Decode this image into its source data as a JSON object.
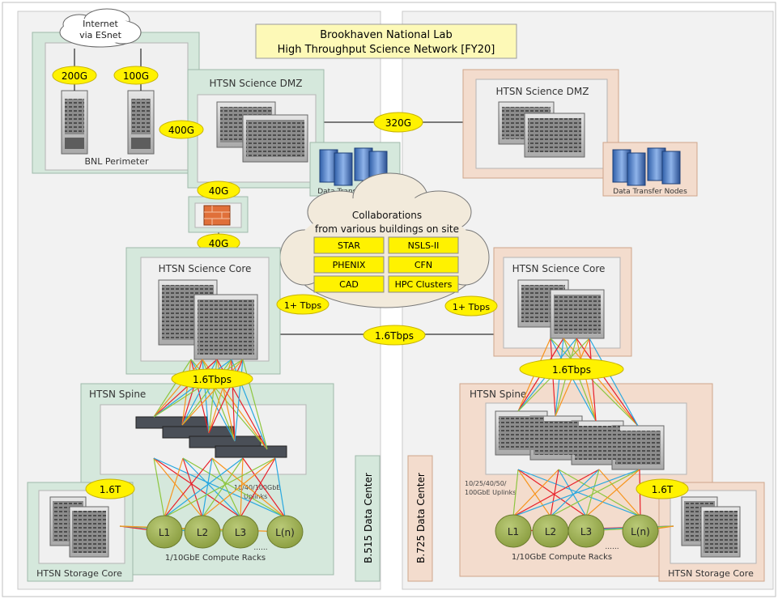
{
  "title": {
    "line1": "Brookhaven National Lab",
    "line2": "High Throughput Science Network [FY20]"
  },
  "internet": {
    "line1": "Internet",
    "line2": "via ESnet"
  },
  "perimeter": {
    "label": "BNL Perimeter",
    "link_left": "200G",
    "link_right": "100G",
    "link_dmz": "400G"
  },
  "left_dmz": {
    "label": "HTSN Science DMZ",
    "dtn_label": "Data Transfer Nodes"
  },
  "right_dmz": {
    "label": "HTSN Science DMZ",
    "dtn_label": "Data Transfer Nodes"
  },
  "dmz_link": "320G",
  "firewall": {
    "top": "40G",
    "bottom": "40G"
  },
  "collab": {
    "line1": "Collaborations",
    "line2": "from various buildings on site",
    "items": [
      "STAR",
      "NSLS-II",
      "PHENIX",
      "CFN",
      "CAD",
      "HPC Clusters"
    ]
  },
  "left_core": {
    "label": "HTSN Science Core",
    "collab_link": "1+ Tbps"
  },
  "right_core": {
    "label": "HTSN Science Core",
    "collab_link": "1+ Tbps"
  },
  "core_link": "1.6Tbps",
  "left_spine": {
    "label": "HTSN Spine",
    "core_link": "1.6Tbps",
    "uplinks": [
      "10/40/100GbE",
      "Uplinks"
    ]
  },
  "right_spine": {
    "label": "HTSN Spine",
    "core_link": "1.6Tbps",
    "uplinks": [
      "10/25/40/50/",
      "100GbE Uplinks"
    ]
  },
  "left_storage": {
    "label": "HTSN Storage Core",
    "link": "1.6T"
  },
  "right_storage": {
    "label": "HTSN Storage Core",
    "link": "1.6T"
  },
  "left_leaves": {
    "nodes": [
      "L1",
      "L2",
      "L3",
      "L(n)"
    ],
    "dots": "......",
    "caption": "1/10GbE Compute Racks"
  },
  "right_leaves": {
    "nodes": [
      "L1",
      "L2",
      "L3",
      "L(n)"
    ],
    "dots": "......",
    "caption": "1/10GbE Compute Racks"
  },
  "datacenters": {
    "left": "B.515 Data Center",
    "right": "B.725 Data Center"
  },
  "colors": {
    "green_fill": "#d5e8dc",
    "orange_fill": "#f3dccd",
    "yellow": "#fff200",
    "leaf": "#9aad4f",
    "link_red": "#e8202a",
    "link_blue": "#29a8e0",
    "link_green": "#8dc63f",
    "link_orange": "#f7941d"
  }
}
